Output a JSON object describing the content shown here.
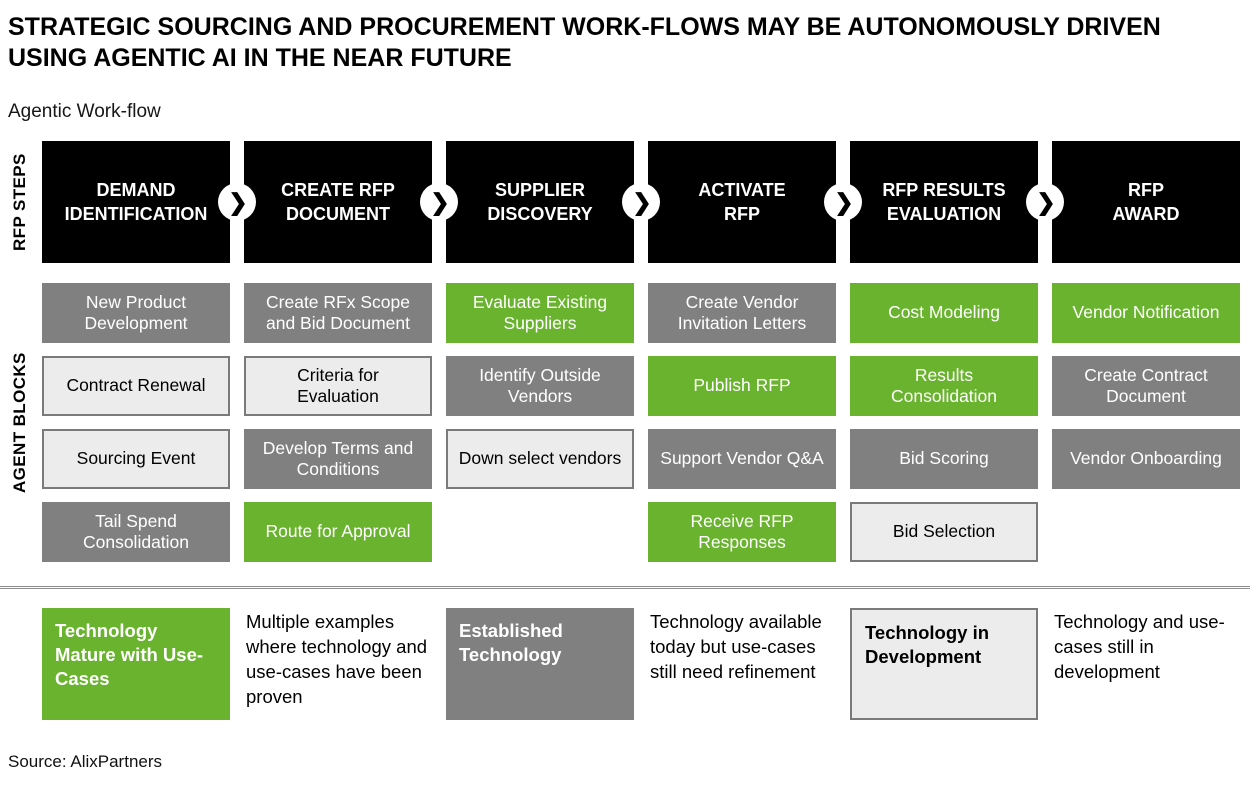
{
  "title": "STRATEGIC SOURCING AND PROCUREMENT WORK-FLOWS MAY BE AUTONOMOUSLY DRIVEN\nUSING AGENTIC AI IN THE NEAR FUTURE",
  "subtitle": "Agentic Work-flow",
  "axis_labels": {
    "steps": "RFP STEPS",
    "blocks": "AGENT BLOCKS"
  },
  "chevron_icon": "❯",
  "colors": {
    "step_bg": "#000000",
    "mature_green": "#69b32e",
    "established_gray": "#808080",
    "development_bg": "#ececec",
    "development_border": "#7a7a7a"
  },
  "steps": [
    {
      "label": "DEMAND\nIDENTIFICATION"
    },
    {
      "label": "CREATE RFP\nDOCUMENT"
    },
    {
      "label": "SUPPLIER\nDISCOVERY"
    },
    {
      "label": "ACTIVATE\nRFP"
    },
    {
      "label": "RFP RESULTS\nEVALUATION"
    },
    {
      "label": "RFP\nAWARD"
    }
  ],
  "columns": [
    {
      "step": "DEMAND IDENTIFICATION",
      "blocks": [
        {
          "label": "New Product Development",
          "type": "established"
        },
        {
          "label": "Contract Renewal",
          "type": "development"
        },
        {
          "label": "Sourcing Event",
          "type": "development"
        },
        {
          "label": "Tail Spend Consolidation",
          "type": "established"
        }
      ]
    },
    {
      "step": "CREATE RFP DOCUMENT",
      "blocks": [
        {
          "label": "Create RFx Scope and Bid Document",
          "type": "established"
        },
        {
          "label": "Criteria for Evaluation",
          "type": "development"
        },
        {
          "label": "Develop Terms and Conditions",
          "type": "established"
        },
        {
          "label": "Route for Approval",
          "type": "mature"
        }
      ]
    },
    {
      "step": "SUPPLIER DISCOVERY",
      "blocks": [
        {
          "label": "Evaluate Existing Suppliers",
          "type": "mature"
        },
        {
          "label": "Identify Outside Vendors",
          "type": "established"
        },
        {
          "label": "Down select vendors",
          "type": "development"
        }
      ]
    },
    {
      "step": "ACTIVATE RFP",
      "blocks": [
        {
          "label": "Create Vendor Invitation Letters",
          "type": "established"
        },
        {
          "label": "Publish RFP",
          "type": "mature"
        },
        {
          "label": "Support Vendor Q&A",
          "type": "established"
        },
        {
          "label": "Receive RFP Responses",
          "type": "mature"
        }
      ]
    },
    {
      "step": "RFP RESULTS EVALUATION",
      "blocks": [
        {
          "label": "Cost Modeling",
          "type": "mature"
        },
        {
          "label": "Results Consolidation",
          "type": "mature"
        },
        {
          "label": "Bid Scoring",
          "type": "established"
        },
        {
          "label": "Bid Selection",
          "type": "development"
        }
      ]
    },
    {
      "step": "RFP AWARD",
      "blocks": [
        {
          "label": "Vendor Notification",
          "type": "mature"
        },
        {
          "label": "Create Contract Document",
          "type": "established"
        },
        {
          "label": "Vendor Onboarding",
          "type": "established"
        }
      ]
    }
  ],
  "legend": [
    {
      "label": "Technology Mature with Use-Cases",
      "type": "mature",
      "description": "Multiple examples where technology and use-cases have been proven"
    },
    {
      "label": "Established Technology",
      "type": "established",
      "description": "Technology available today but use-cases still need refinement"
    },
    {
      "label": "Technology in Development",
      "type": "development",
      "description": "Technology and use-cases still in development"
    }
  ],
  "source": "Source: AlixPartners"
}
